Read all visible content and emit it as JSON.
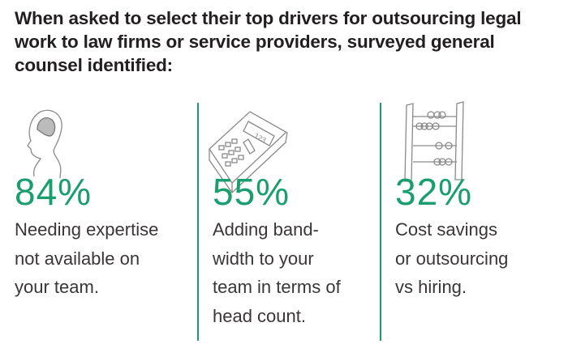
{
  "headline": "When asked to select their top drivers for outsourcing legal work to law firms or service providers, surveyed general counsel identified:",
  "accent_color": "#1a9e6e",
  "stats": [
    {
      "icon": "head-brain-icon",
      "value": "84%",
      "lines": [
        "Needing expertise",
        "not available on",
        "your team."
      ]
    },
    {
      "icon": "calculator-icon",
      "value": "55%",
      "calc_display": "123",
      "lines": [
        "Adding band-",
        "width to your",
        "team in terms of",
        "head count."
      ]
    },
    {
      "icon": "abacus-icon",
      "value": "32%",
      "lines": [
        "Cost savings",
        "or outsourcing",
        "vs hiring."
      ]
    }
  ]
}
